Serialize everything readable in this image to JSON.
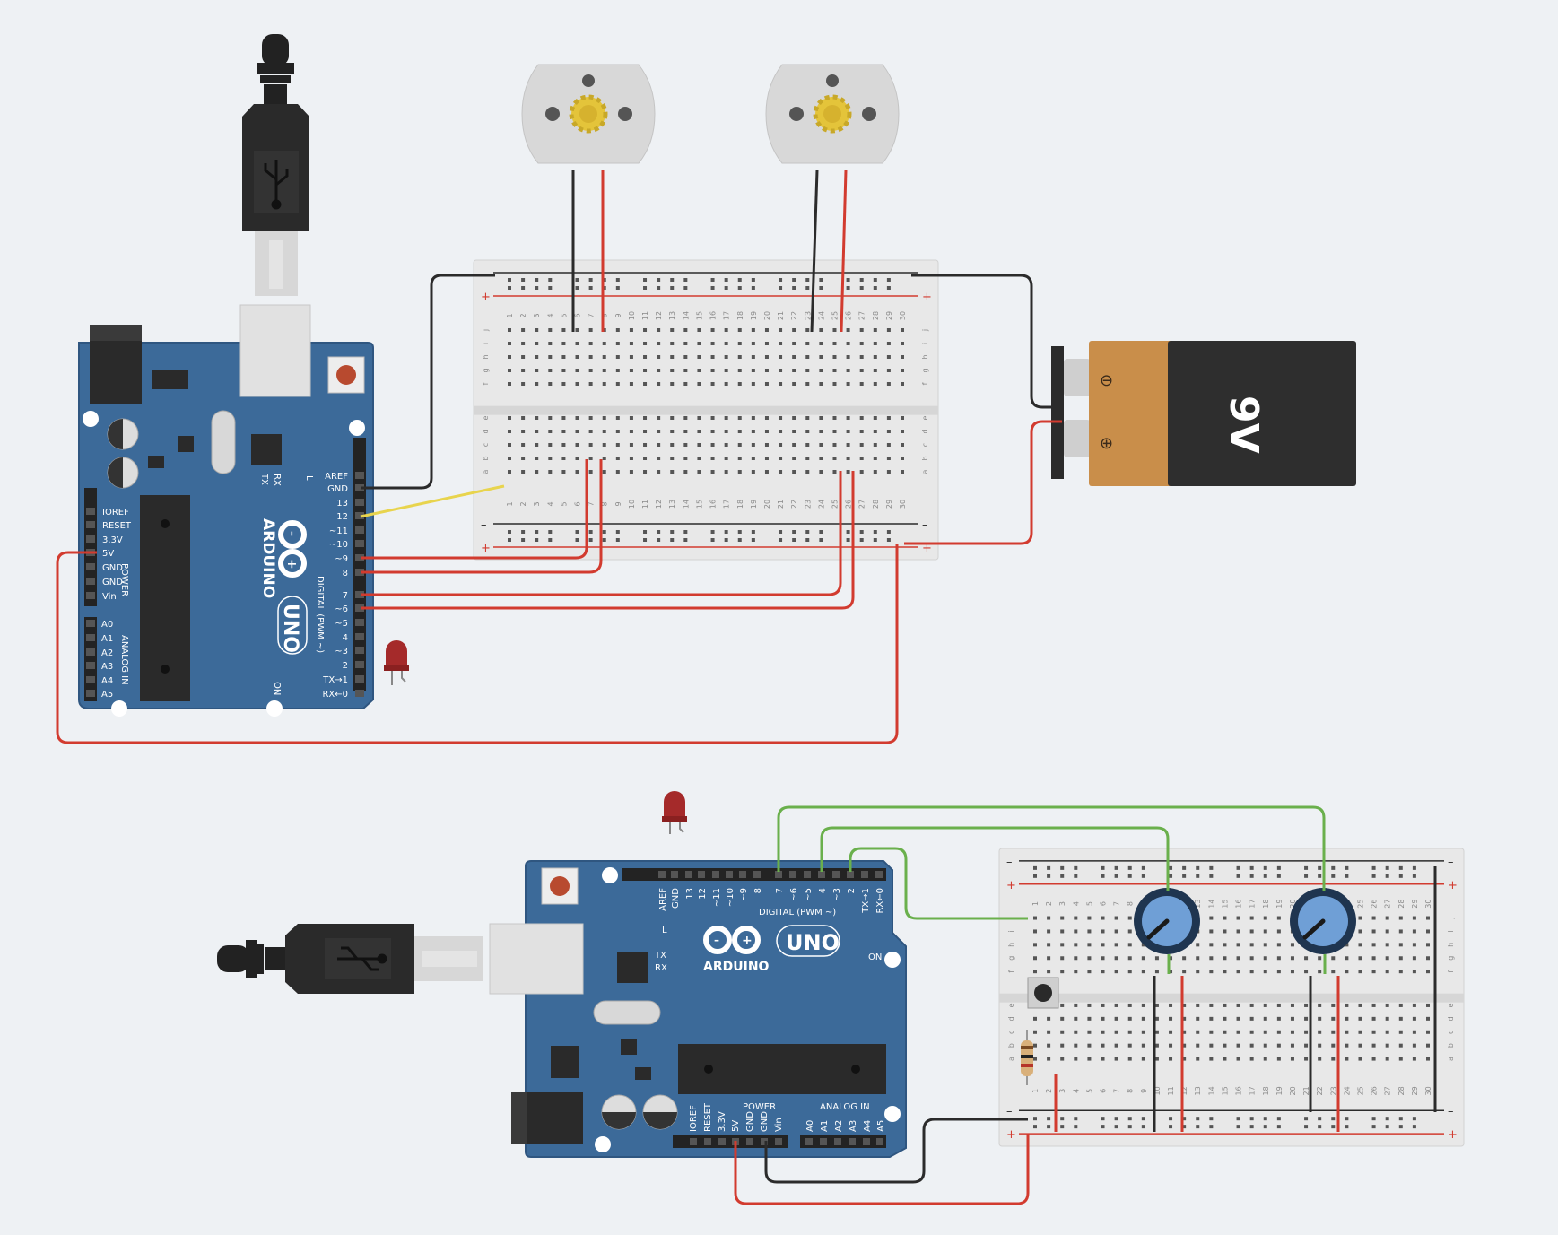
{
  "colors": {
    "background": "#eef1f4",
    "board": "#3c6a99",
    "board_edge": "#2f5680",
    "wire_red": "#d23b2f",
    "wire_black": "#2b2b2b",
    "wire_green": "#6ab04c",
    "wire_yellow": "#e8d44d",
    "breadboard": "#e8e8e8",
    "battery_body": "#2e2e2e",
    "battery_label": "#c98e4a",
    "potentiometer": "#6f9fd6"
  },
  "board_top": {
    "brand": "ARDUINO",
    "model": "UNO",
    "pins_digital": [
      "AREF",
      "GND",
      "13",
      "12",
      "~11",
      "~10",
      "~9",
      "8",
      "7",
      "~6",
      "~5",
      "4",
      "~3",
      "2",
      "TX→1",
      "RX←0"
    ],
    "pins_power": [
      "IOREF",
      "RESET",
      "3.3V",
      "5V",
      "GND",
      "GND",
      "Vin"
    ],
    "pins_analog": [
      "A0",
      "A1",
      "A2",
      "A3",
      "A4",
      "A5"
    ],
    "power_label": "POWER",
    "analog_label": "ANALOG IN",
    "digital_label": "DIGITAL (PWM ~)",
    "tx_label": "TX",
    "rx_label": "RX",
    "l_label": "L",
    "on_label": "ON"
  },
  "board_bottom": {
    "brand": "ARDUINO",
    "model": "UNO",
    "pins_digital": [
      "AREF",
      "GND",
      "13",
      "12",
      "~11",
      "~10",
      "~9",
      "8",
      "7",
      "~6",
      "~5",
      "4",
      "~3",
      "2",
      "TX→1",
      "RX←0"
    ],
    "pins_power": [
      "IOREF",
      "RESET",
      "3.3V",
      "5V",
      "GND",
      "GND",
      "Vin"
    ],
    "pins_analog": [
      "A0",
      "A1",
      "A2",
      "A3",
      "A4",
      "A5"
    ],
    "power_label": "POWER",
    "analog_label": "ANALOG IN",
    "digital_label": "DIGITAL (PWM ~)",
    "tx_label": "TX",
    "rx_label": "RX",
    "l_label": "L",
    "on_label": "ON"
  },
  "battery": {
    "label": "9V",
    "minus": "⊖",
    "plus": "⊕"
  },
  "breadboard": {
    "columns": [
      "1",
      "2",
      "3",
      "4",
      "5",
      "6",
      "7",
      "8",
      "9",
      "10",
      "11",
      "12",
      "13",
      "14",
      "15",
      "16",
      "17",
      "18",
      "19",
      "20",
      "21",
      "22",
      "23",
      "24",
      "25",
      "26",
      "27",
      "28",
      "29",
      "30"
    ],
    "rows_top": [
      "j",
      "i",
      "h",
      "g",
      "f"
    ],
    "rows_bottom": [
      "e",
      "d",
      "c",
      "b",
      "a"
    ],
    "minus": "–",
    "plus": "+"
  }
}
